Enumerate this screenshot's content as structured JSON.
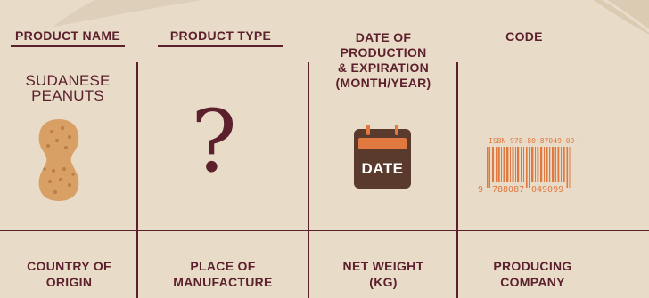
{
  "headers": {
    "product_name": "PRODUCT NAME",
    "product_type": "PRODUCT TYPE",
    "date_line1": "DATE OF",
    "date_line2": "PRODUCTION",
    "date_line3": "& EXPIRATION",
    "date_line4": "(MONTH/YEAR)",
    "code": "CODE"
  },
  "product": {
    "name_line1": "SUDANESE",
    "name_line2": "PEANUTS",
    "type_symbol": "?"
  },
  "date_icon": {
    "label": "DATE"
  },
  "barcode": {
    "isbn": "ISBN  978-80-87049-09-9",
    "digit_lead": "9",
    "digits_left": "788087",
    "digits_right": "049099"
  },
  "footer": {
    "country_line1": "COUNTRY OF",
    "country_line2": "ORIGIN",
    "place_line1": "PLACE OF",
    "place_line2": "MANUFACTURE",
    "weight_line1": "NET WEIGHT",
    "weight_line2": "(KG)",
    "company_line1": "PRODUCING",
    "company_line2": "COMPANY"
  },
  "colors": {
    "background": "#e8dcc9",
    "primary": "#5c1f2c",
    "peanut": "#d9a066",
    "calendar_body": "#5a3a2c",
    "calendar_top": "#e07840",
    "barcode": "#e07840"
  }
}
